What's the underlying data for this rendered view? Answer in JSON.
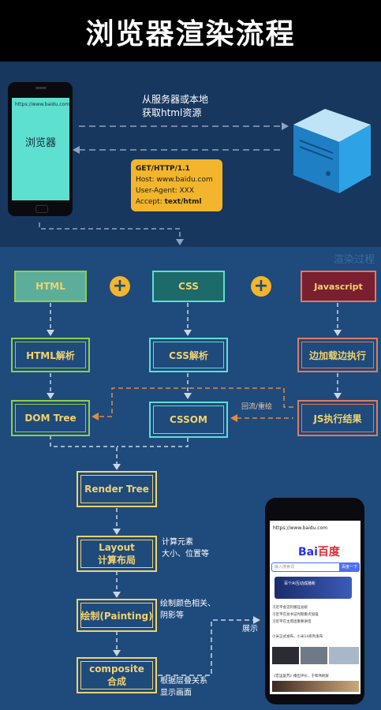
{
  "page": {
    "title": "浏览器渲染流程"
  },
  "top": {
    "browser_url": "https://www.baidu.com",
    "browser_label": "浏览器",
    "request_line1": "从服务器或本地",
    "request_line2": "获取html资源",
    "http": {
      "line1": "GET/HTTP/1.1",
      "line2": "Host: www.baidu.com",
      "line3": "User-Agent: XXX",
      "line4_key": "Accept: ",
      "line4_val": "text/html"
    }
  },
  "render": {
    "section_label": "渲染过程",
    "html": "HTML",
    "css": "CSS",
    "js": "Javascript",
    "html_parse": "HTML解析",
    "css_parse": "CSS解析",
    "js_exec": "边加载边执行",
    "dom_tree": "DOM Tree",
    "cssom": "CSSOM",
    "js_result": "JS执行结果",
    "reflow": "回流/重绘",
    "render_tree": "Render Tree",
    "layout_line1": "Layout",
    "layout_line2": "计算布局",
    "painting": "绘制(Painting)",
    "composite_line1": "composite",
    "composite_line2": "合成",
    "layout_note1": "计算元素",
    "layout_note2": "大小、位置等",
    "paint_note1": "绘制颜色相关、",
    "paint_note2": "阴影等",
    "composite_note1": "根据层叠关系",
    "composite_note2": "显示画面",
    "display": "展示",
    "plus": "+"
  },
  "result_phone": {
    "url": "https://www.baidu.com",
    "logo_a": "Bai",
    "logo_b": "百度",
    "search_placeholder": "输入搜索词",
    "search_button": "百度一下",
    "banner": "百个AI互动成播新",
    "rows": [
      "习近平会见阿根廷总统",
      "习近平在总书记时期重点加强",
      "习近平在主席团重要讲话",
      "小米正式发布，小米14系列发布",
      "《宏运复苏》播出评价，于和伟刷屏"
    ]
  },
  "colors": {
    "bg": "#1f4a7c",
    "top_bg": "#17375f",
    "html_green": "#8fcf4a",
    "css_cyan": "#5de0d0",
    "js_red": "#e07a5f",
    "gold": "#f2d36b",
    "accent": "#f2b52b",
    "orange_dash": "#e38a3a"
  }
}
